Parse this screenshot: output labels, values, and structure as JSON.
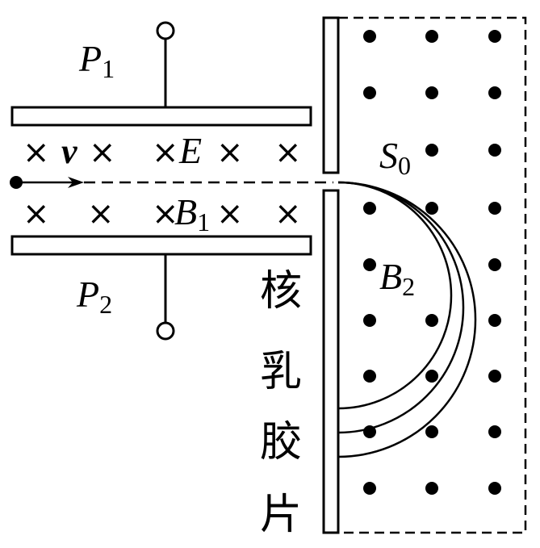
{
  "labels": {
    "p1": "P",
    "p1_sub": "1",
    "p2": "P",
    "p2_sub": "2",
    "velocity": "v",
    "e_field": "E",
    "b1": "B",
    "b1_sub": "1",
    "s0": "S",
    "s0_sub": "0",
    "b2": "B",
    "b2_sub": "2"
  },
  "plate_caption": [
    "核",
    "乳",
    "胶",
    "片"
  ],
  "symbols": {
    "into_page": "×",
    "out_of_page": "dot"
  }
}
